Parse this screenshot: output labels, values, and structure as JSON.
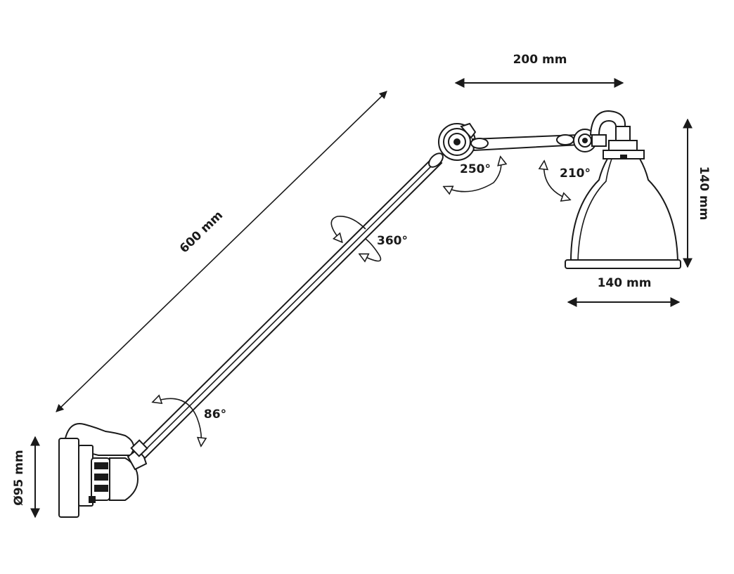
{
  "dimensions": {
    "arm_length": "600 mm",
    "upper_arm_width": "200 mm",
    "shade_height": "140 mm",
    "shade_width": "140 mm",
    "base_diameter": "Ø95 mm"
  },
  "rotations": {
    "elbow": "250°",
    "shade": "210°",
    "arm": "360°",
    "base": "86°"
  },
  "colors": {
    "line": "#1a1a1a",
    "background": "#ffffff"
  }
}
